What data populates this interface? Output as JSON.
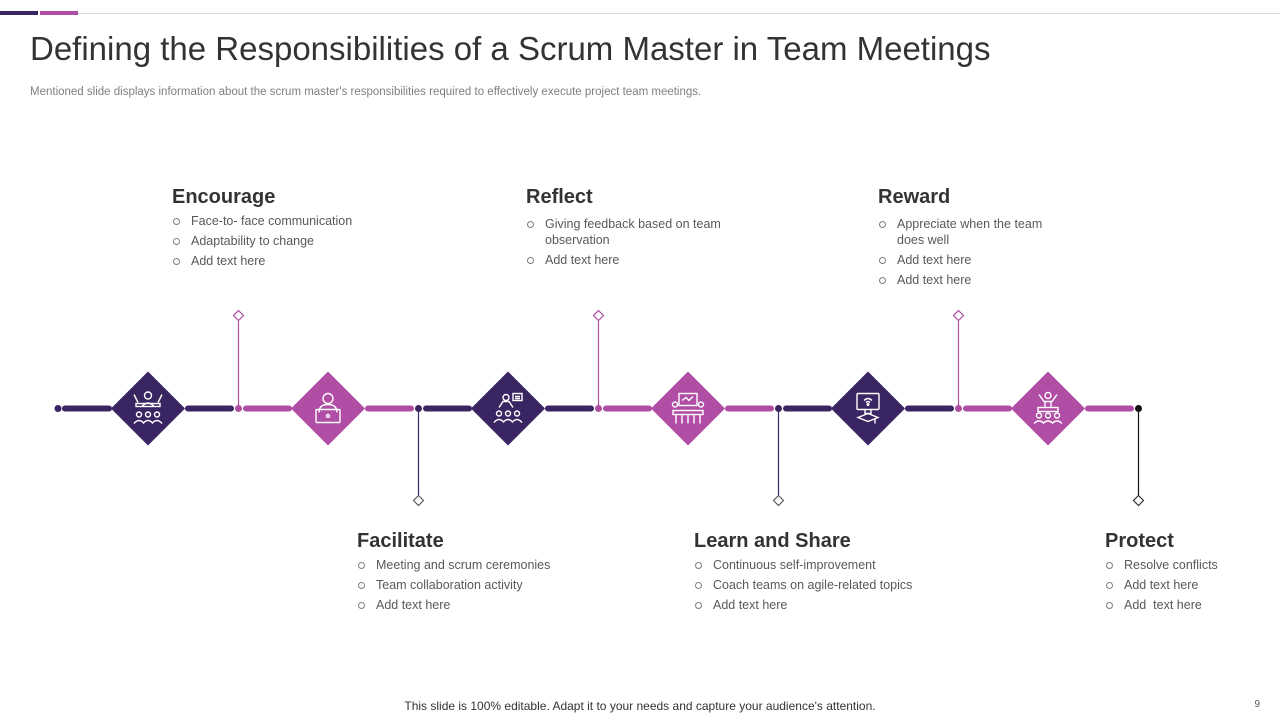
{
  "header": {
    "title": "Defining the Responsibilities of a Scrum Master in Team Meetings",
    "subtitle": "Mentioned slide displays information about the scrum master's responsibilities required to effectively execute project team meetings."
  },
  "colors": {
    "dark_purple": "#3a2563",
    "magenta": "#b04ea6",
    "text": "#333333",
    "muted": "#595959"
  },
  "timeline": {
    "icons": [
      "team-leader-icon",
      "laptop-user-icon",
      "audience-presentation-icon",
      "whiteboard-meeting-icon",
      "online-learning-icon",
      "team-reward-icon"
    ]
  },
  "blocks": [
    {
      "title": "Encourage",
      "items": [
        "Face-to- face communication",
        "Adaptability to change",
        "Add text here"
      ]
    },
    {
      "title": "Facilitate",
      "items": [
        "Meeting and scrum ceremonies",
        "Team collaboration activity",
        "Add text here"
      ]
    },
    {
      "title": "Reflect",
      "items": [
        "Giving feedback based on team observation",
        "Add text here"
      ]
    },
    {
      "title": "Learn and Share",
      "items": [
        "Continuous self-improvement",
        "Coach teams on agile-related topics",
        "Add text here"
      ]
    },
    {
      "title": "Reward",
      "items": [
        "Appreciate when the team does well",
        "Add text here",
        "Add text here"
      ]
    },
    {
      "title": "Protect",
      "items": [
        "Resolve conflicts",
        "Add text here",
        "Add  text here"
      ]
    }
  ],
  "footer": {
    "note": "This slide is 100% editable. Adapt it to your needs and capture your audience's attention.",
    "page_number": "9"
  }
}
